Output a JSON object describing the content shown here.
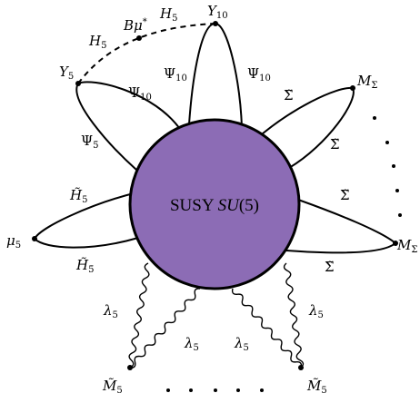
{
  "core": {
    "label_plain": "SUSY ",
    "label_math": "SU",
    "label_tail": "(5)",
    "fill_color": "#8c6cb5"
  },
  "vertices": {
    "Y10": {
      "base": "Y",
      "sub": "10"
    },
    "Y5": {
      "base": "Y",
      "sub": "5"
    },
    "Bmu": {
      "base": "Bμ",
      "sup": "*"
    },
    "MSigma_top": {
      "base": "M",
      "sub": "Σ"
    },
    "MSigma_bottom": {
      "base": "M",
      "sub": "Σ"
    },
    "mu5": {
      "base": "μ",
      "sub": "5"
    },
    "M5_left": {
      "base": "M̃",
      "sub": "5"
    },
    "M5_right": {
      "base": "M̃",
      "sub": "5"
    }
  },
  "edge_labels": {
    "H5": {
      "base": "H",
      "sub": "5"
    },
    "H5bar": {
      "base": "H",
      "sub": "5̄"
    },
    "Psi10_left": {
      "base": "Ψ",
      "sub": "10"
    },
    "Psi10_right": {
      "base": "Ψ",
      "sub": "10"
    },
    "Psi10_lower": {
      "base": "Ψ",
      "sub": "10"
    },
    "Psi5bar": {
      "base": "Ψ",
      "sub": "5̄"
    },
    "Sigma1": {
      "base": "Σ̃"
    },
    "Sigma2": {
      "base": "Σ̃"
    },
    "Sigma3": {
      "base": "Σ̃"
    },
    "Sigma4": {
      "base": "Σ̃"
    },
    "H5tilde": {
      "base": "H̃",
      "sub": "5"
    },
    "H5bartilde": {
      "base": "H̃",
      "sub": "5̄"
    },
    "lambda_a": {
      "base": "λ",
      "sub": "5"
    },
    "lambda_b": {
      "base": "λ",
      "sub": "5"
    },
    "lambda_c": {
      "base": "λ",
      "sub": "5"
    },
    "lambda_d": {
      "base": "λ",
      "sub": "5"
    }
  }
}
